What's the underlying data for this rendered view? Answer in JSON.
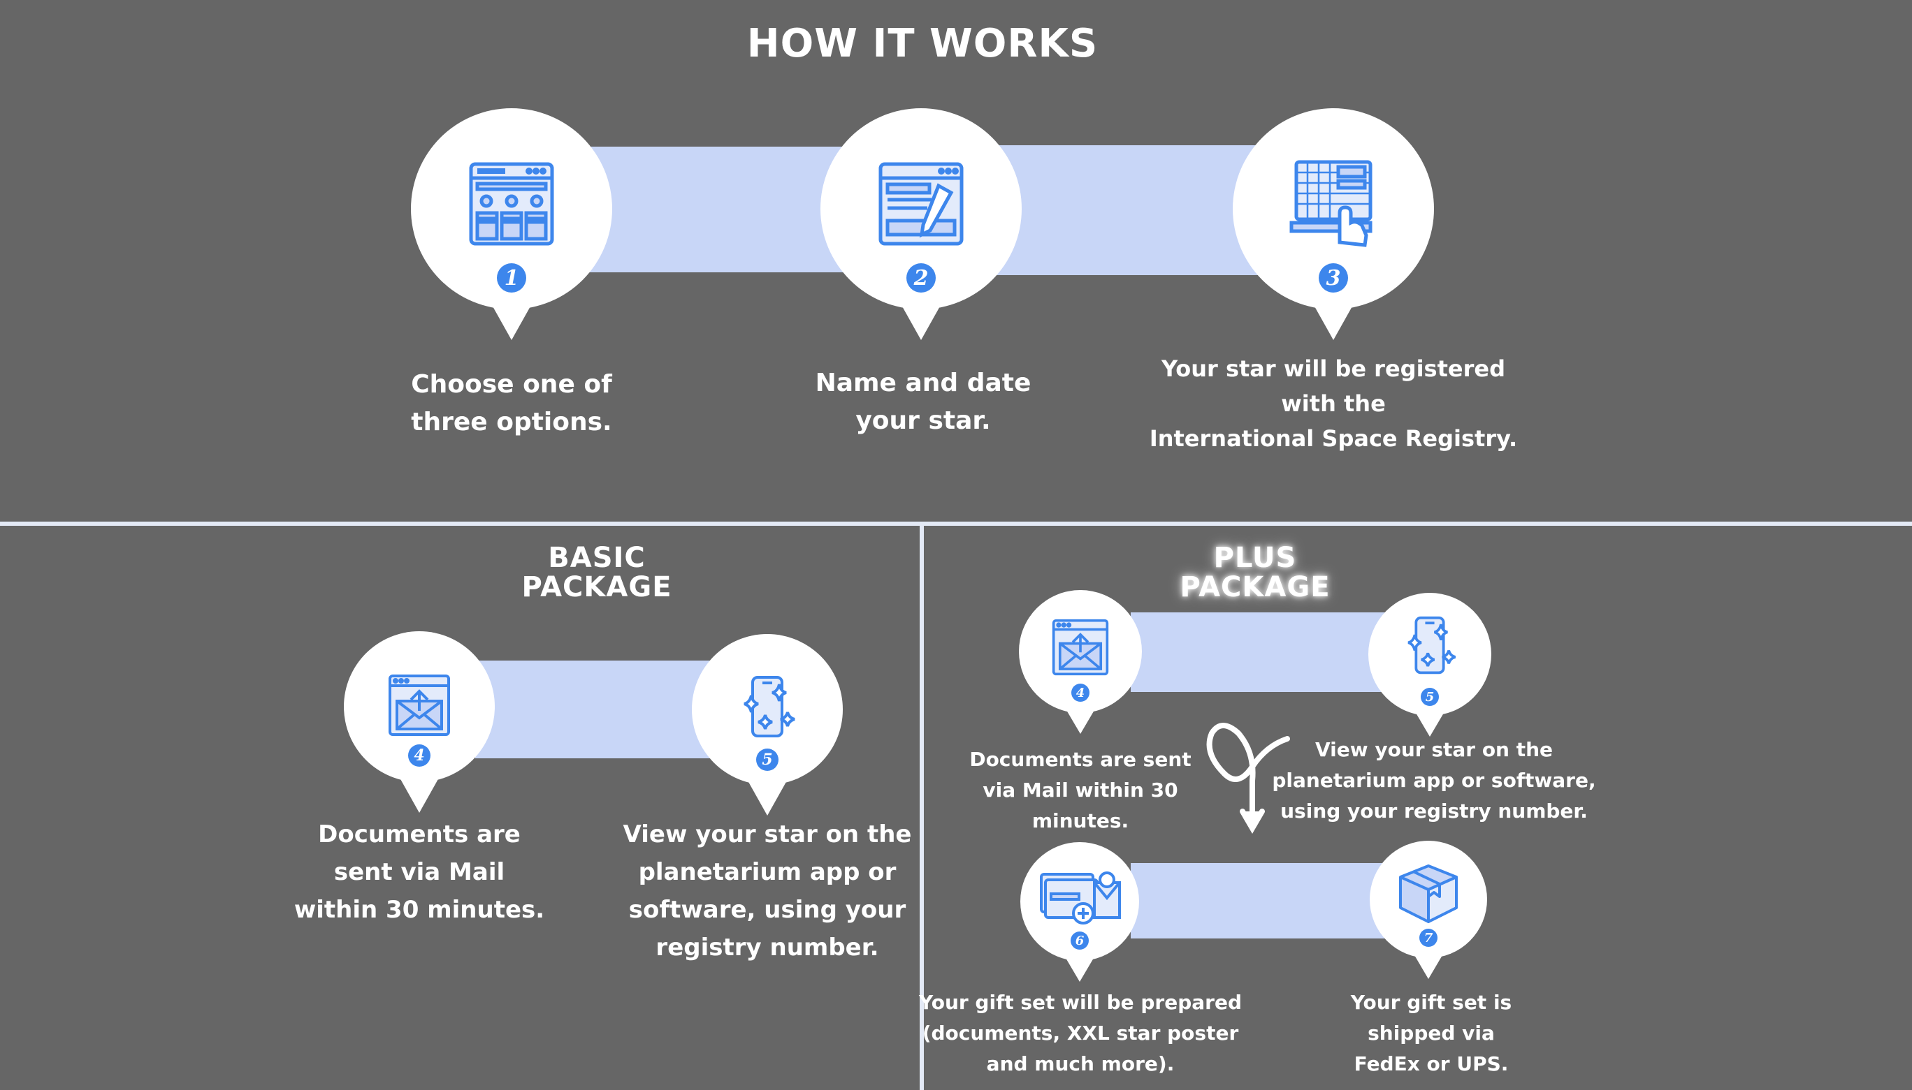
{
  "title": "HOW IT WORKS",
  "steps": [
    {
      "number": "1",
      "icon": "browser-options-icon",
      "lines": [
        "Choose one of",
        "three options."
      ]
    },
    {
      "number": "2",
      "icon": "browser-edit-icon",
      "lines": [
        "Name and date",
        "your star."
      ]
    },
    {
      "number": "3",
      "icon": "keyboard-touch-icon",
      "lines": [
        "Your star will be registered",
        "with the",
        "International Space Registry."
      ]
    }
  ],
  "basic": {
    "title_line1": "BASIC",
    "title_line2": "PACKAGE",
    "steps": [
      {
        "number": "4",
        "icon": "mail-upload-icon",
        "lines": [
          "Documents are",
          "sent via Mail",
          "within 30 minutes."
        ]
      },
      {
        "number": "5",
        "icon": "phone-sparkles-icon",
        "lines": [
          "View your star on the",
          "planetarium app or",
          "software, using your",
          "registry number."
        ]
      }
    ]
  },
  "plus": {
    "title_line1": "PLUS",
    "title_line2": "PACKAGE",
    "steps": [
      {
        "number": "4",
        "icon": "mail-upload-icon",
        "lines": [
          "Documents are sent",
          "via Mail within 30",
          "minutes."
        ]
      },
      {
        "number": "5",
        "icon": "phone-sparkles-icon",
        "lines": [
          "View your star on the",
          "planetarium app or software,",
          "using your registry number."
        ]
      },
      {
        "number": "6",
        "icon": "gift-documents-icon",
        "lines": [
          "Your gift set will be prepared",
          "(documents, XXL star poster",
          "and much more)."
        ]
      },
      {
        "number": "7",
        "icon": "shipping-box-icon",
        "lines": [
          "Your gift set is",
          "shipped via",
          "FedEx or UPS."
        ]
      }
    ]
  },
  "colors": {
    "background": "#666666",
    "band": "#c8d6f7",
    "accent": "#3d86ec",
    "icon_stroke": "#3d86ec",
    "divider": "#e4eaf6"
  }
}
